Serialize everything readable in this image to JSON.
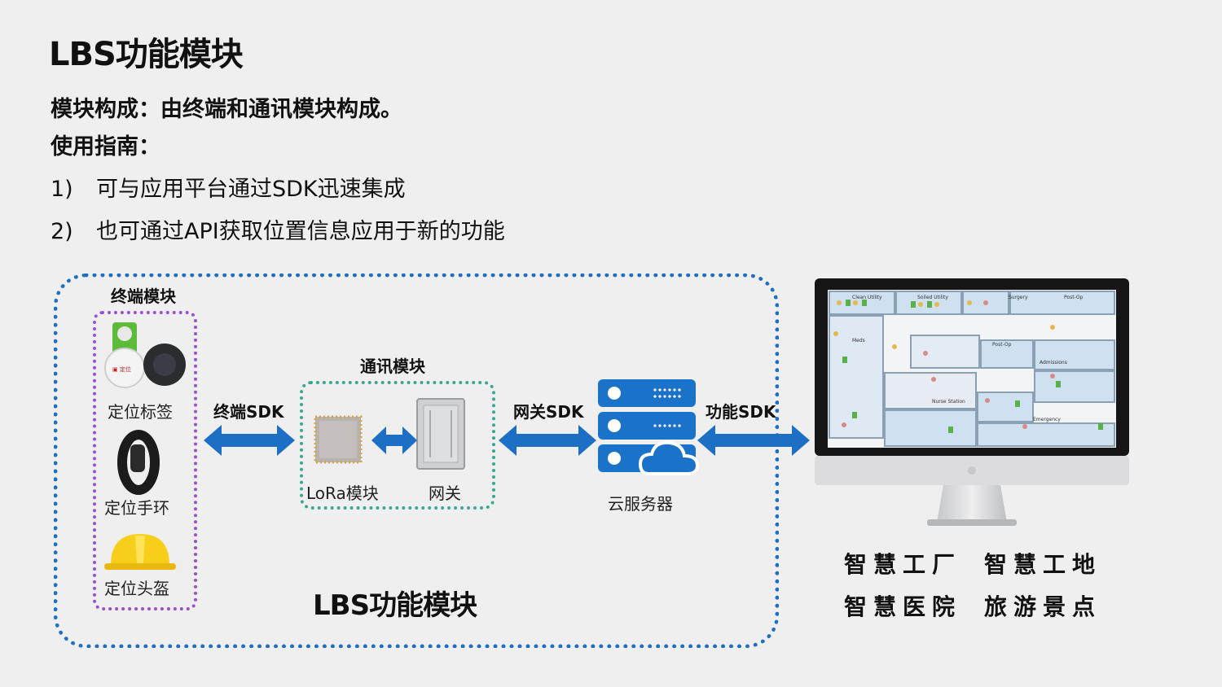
{
  "title": "LBS功能模块",
  "composition": "模块构成：由终端和通讯模块构成。",
  "guide_label": "使用指南：",
  "guide_items": [
    {
      "num": "1)",
      "text": "可与应用平台通过SDK迅速集成"
    },
    {
      "num": "2)",
      "text": "也可通过API获取位置信息应用于新的功能"
    }
  ],
  "diagram": {
    "terminal_group": "终端模块",
    "terminal_items": [
      "定位标签",
      "定位手环",
      "定位头盔"
    ],
    "comm_group": "通讯模块",
    "comm_items": [
      "LoRa模块",
      "网关"
    ],
    "sdk_labels": [
      "终端SDK",
      "网关SDK",
      "功能SDK"
    ],
    "cloud_label": "云服务器",
    "module_label": "LBS功能模块",
    "floorplan_labels": [
      "Clean Utility",
      "Soiled Utility",
      "Surgery",
      "Post-Op",
      "Meds",
      "Post-Op",
      "Admissions",
      "Nurse Station",
      "Emergency"
    ]
  },
  "scenarios": [
    "智慧工厂",
    "智慧工地",
    "智慧医院",
    "旅游景点"
  ],
  "colors": {
    "background": "#efefef",
    "arrow_blue": "#1c6fc4",
    "outer_border": "#1f6fc0",
    "terminal_border": "#9a4fd0",
    "comm_border": "#3aa690",
    "server_blue": "#1a73c8"
  }
}
